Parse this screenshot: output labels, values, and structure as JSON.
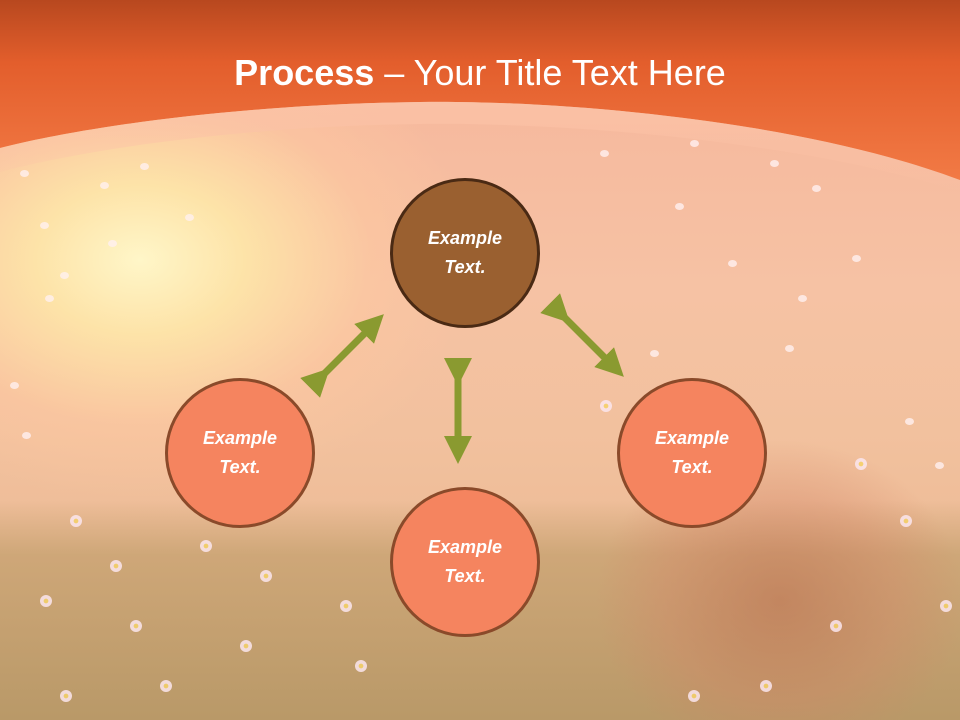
{
  "title": {
    "bold": "Process",
    "rest": " – Your Title Text Here"
  },
  "process": {
    "top": "Example\nText.",
    "left": "Example\nText.",
    "right": "Example\nText.",
    "bottom": "Example\nText."
  },
  "colors": {
    "header": "#e9652f",
    "node_accent": "#f5845f",
    "node_top": "#9a6030",
    "arrow": "#8a9a30"
  },
  "icons": [
    "double-arrow-icon"
  ]
}
